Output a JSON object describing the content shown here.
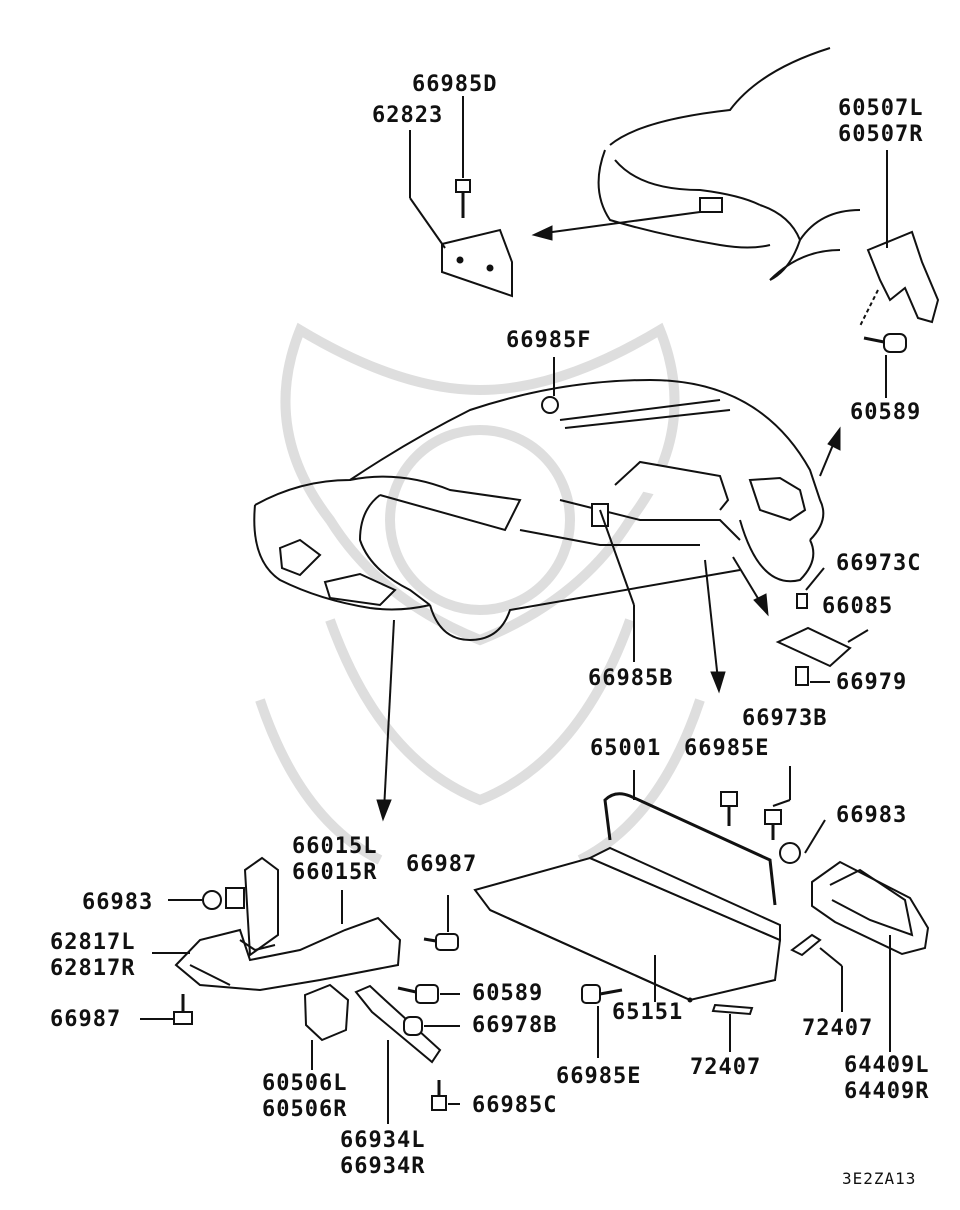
{
  "diagram": {
    "labels": {
      "p66985D": "66985D",
      "p62823": "62823",
      "p60507": [
        "60507L",
        "60507R"
      ],
      "p66985F": "66985F",
      "p60589_top": "60589",
      "p66973C": "66973C",
      "p66085": "66085",
      "p66979": "66979",
      "p66985B": "66985B",
      "p66973B": "66973B",
      "p65001": "65001",
      "p66985E_top": "66985E",
      "p66983_right": "66983",
      "p66015": [
        "66015L",
        "66015R"
      ],
      "p66987_top": "66987",
      "p66983_left": "66983",
      "p62817": [
        "62817L",
        "62817R"
      ],
      "p60589_bottom": "60589",
      "p66987_left": "66987",
      "p66978B": "66978B",
      "p65151": "65151",
      "p72407_right": "72407",
      "p72407_bottom": "72407",
      "p64409": [
        "64409L",
        "64409R"
      ],
      "p60506": [
        "60506L",
        "60506R"
      ],
      "p66985C": "66985C",
      "p66985E_bottom": "66985E",
      "p66934": [
        "66934L",
        "66934R"
      ]
    },
    "diagram_code": "3E2ZA13"
  }
}
